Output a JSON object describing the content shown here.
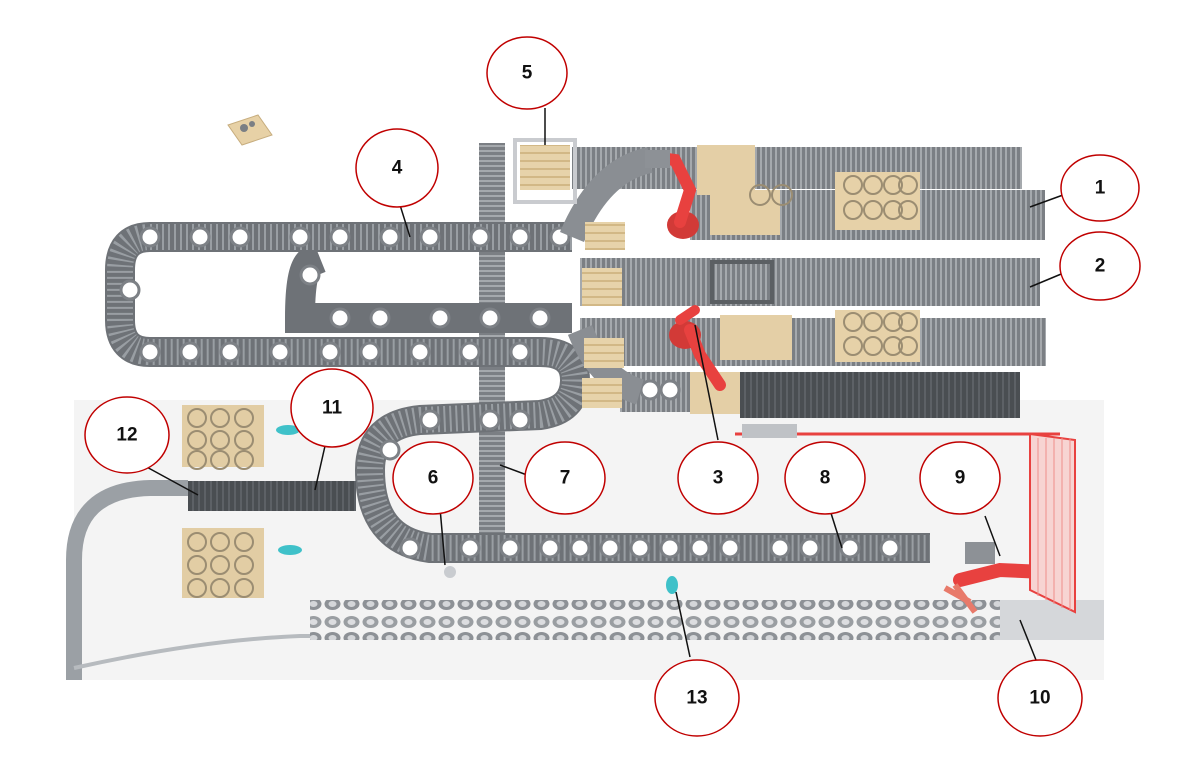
{
  "callouts": [
    {
      "id": "1",
      "label": "1"
    },
    {
      "id": "2",
      "label": "2"
    },
    {
      "id": "3",
      "label": "3"
    },
    {
      "id": "4",
      "label": "4"
    },
    {
      "id": "5",
      "label": "5"
    },
    {
      "id": "6",
      "label": "6"
    },
    {
      "id": "7",
      "label": "7"
    },
    {
      "id": "8",
      "label": "8"
    },
    {
      "id": "9",
      "label": "9"
    },
    {
      "id": "10",
      "label": "10"
    },
    {
      "id": "11",
      "label": "11"
    },
    {
      "id": "12",
      "label": "12"
    },
    {
      "id": "13",
      "label": "13"
    }
  ],
  "colors": {
    "callout_border": "#c00000",
    "robot": "#e8413f",
    "conveyor": "#6f7378",
    "pallet": "#e8d4ad",
    "tire": "#808589"
  }
}
